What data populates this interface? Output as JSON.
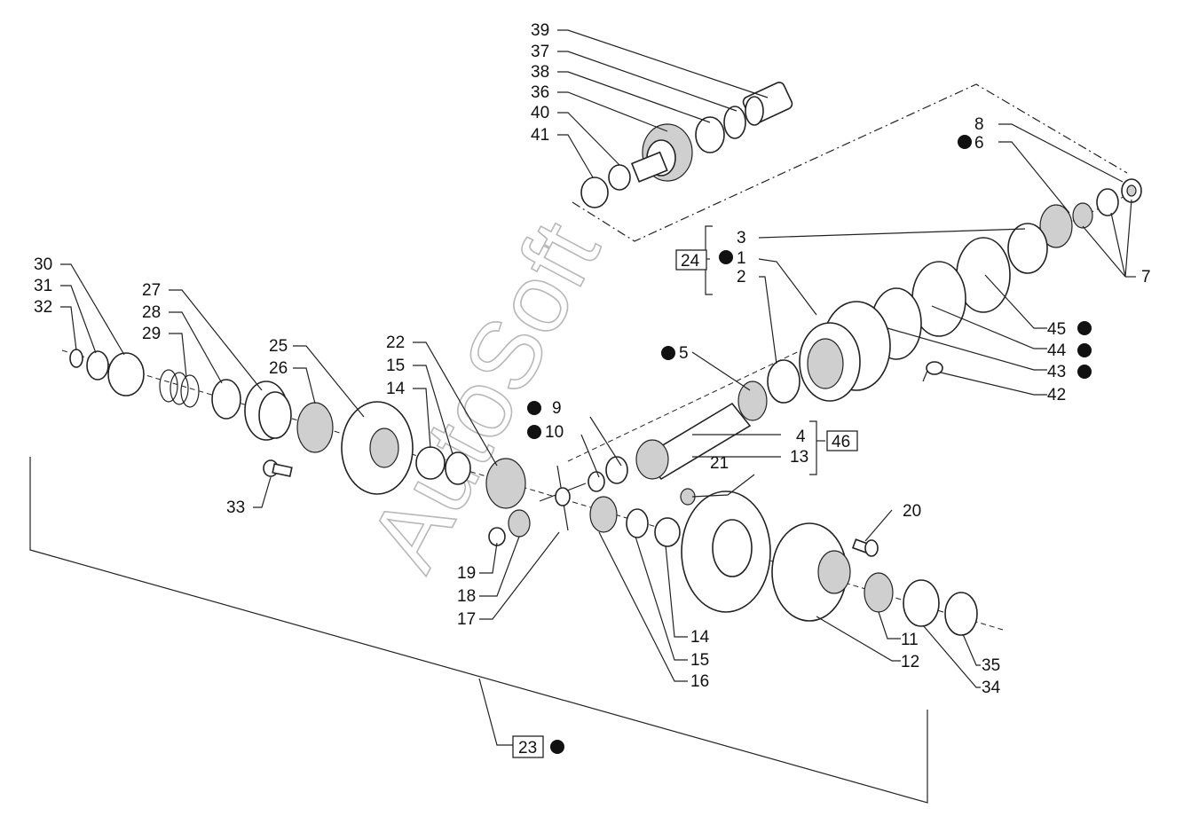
{
  "watermark": "AutoSoft",
  "callouts": {
    "c1": "1",
    "c2": "2",
    "c3": "3",
    "c4": "4",
    "c5": "5",
    "c6": "6",
    "c7": "7",
    "c8": "8",
    "c9": "9",
    "c10": "10",
    "c11": "11",
    "c12": "12",
    "c13": "13",
    "c14a": "14",
    "c14b": "14",
    "c15a": "15",
    "c15b": "15",
    "c16": "16",
    "c17": "17",
    "c18": "18",
    "c19": "19",
    "c20": "20",
    "c21": "21",
    "c22": "22",
    "c24": "24",
    "c25": "25",
    "c26": "26",
    "c27": "27",
    "c28": "28",
    "c29": "29",
    "c30": "30",
    "c31": "31",
    "c32": "32",
    "c33": "33",
    "c34": "34",
    "c35": "35",
    "c36": "36",
    "c37": "37",
    "c38": "38",
    "c39": "39",
    "c40": "40",
    "c41": "41",
    "c42": "42",
    "c43": "43",
    "c44": "44",
    "c45": "45",
    "c46": "46",
    "c23": "23"
  }
}
